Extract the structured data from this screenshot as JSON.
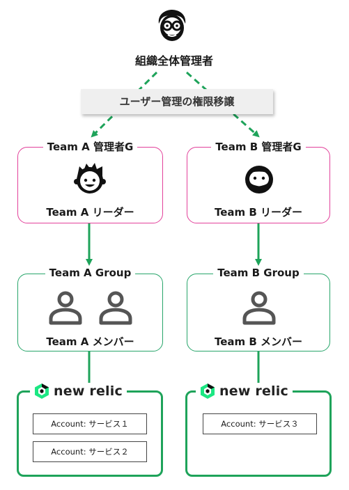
{
  "top": {
    "title": "組織全体管理者",
    "icon": "admin-face-icon"
  },
  "transfer_label": "ユーザー管理の権限移譲",
  "teams": [
    {
      "manager_group": "Team A 管理者G",
      "leader": "Team A リーダー",
      "group": "Team A Group",
      "members": "Team A メンバー",
      "brand": "new relic",
      "accounts": [
        "Account: サービス１",
        "Account: サービス２"
      ]
    },
    {
      "manager_group": "Team B 管理者G",
      "leader": "Team B リーダー",
      "group": "Team B Group",
      "members": "Team B メンバー",
      "brand": "new relic",
      "accounts": [
        "Account: サービス３"
      ]
    }
  ],
  "colors": {
    "manager_border": "#e2409a",
    "group_border": "#27a56a",
    "arrow": "#1ea35a",
    "newrelic_green": "#1ce783"
  }
}
